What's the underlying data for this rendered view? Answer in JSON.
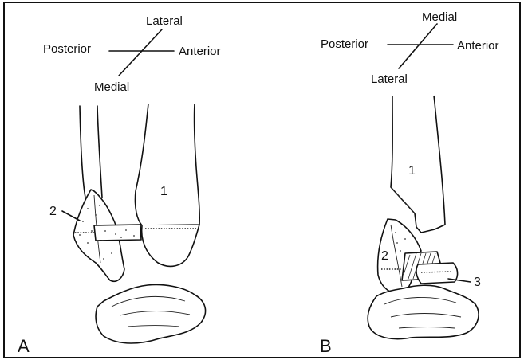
{
  "panel_a": {
    "letter": "A",
    "axis": {
      "top": "Lateral",
      "left": "Posterior",
      "right": "Anterior",
      "bottom": "Medial"
    },
    "labels": {
      "bone_1": "1",
      "fragment_2": "2"
    }
  },
  "panel_b": {
    "letter": "B",
    "axis": {
      "top": "Medial",
      "left": "Posterior",
      "right": "Anterior",
      "bottom": "Lateral"
    },
    "labels": {
      "bone_1": "1",
      "fragment_2": "2",
      "fragment_3": "3"
    }
  }
}
